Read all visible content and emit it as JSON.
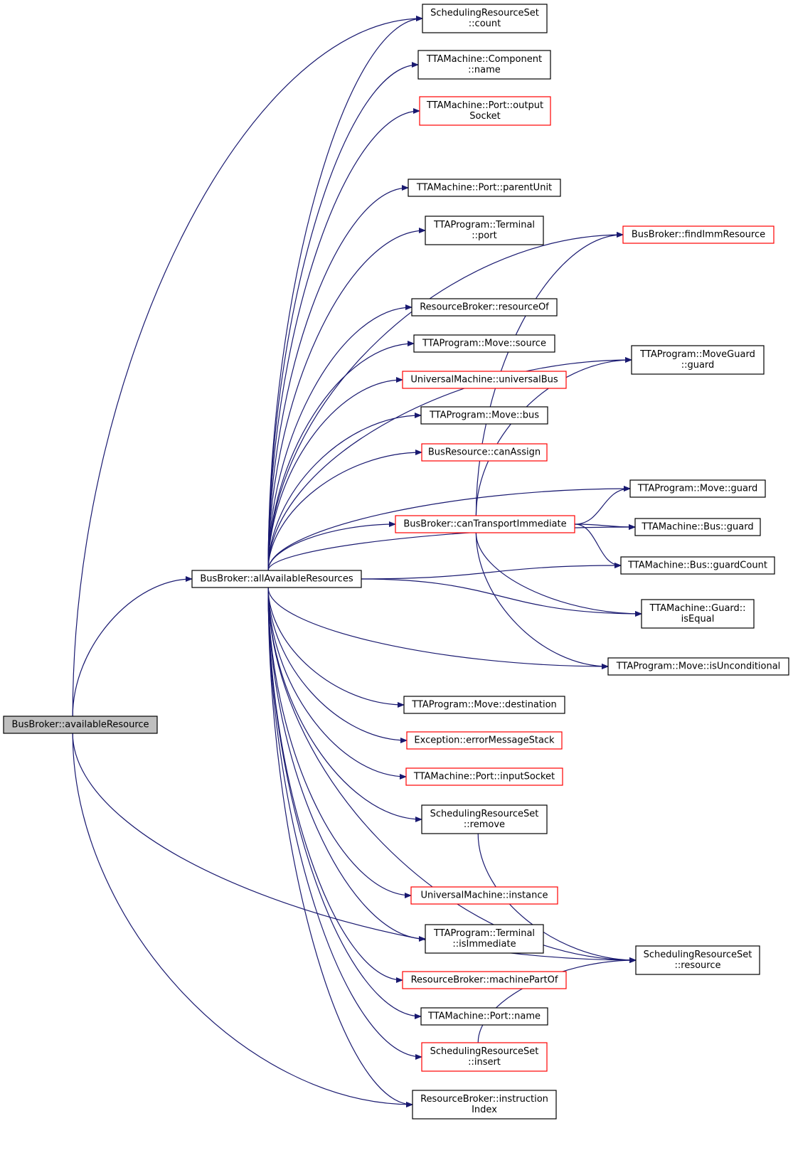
{
  "colors": {
    "edge": "#191970",
    "arrowhead": "#191970",
    "node_border": "#000000",
    "node_border_highlight": "#ff0000",
    "root_fill": "#bfbfbf",
    "node_fill": "#ffffff"
  },
  "nodes": {
    "available_resource": {
      "lines": [
        "BusBroker::availableResource"
      ],
      "style": "root"
    },
    "all_available_resources": {
      "lines": [
        "BusBroker::allAvailableResources"
      ],
      "style": "normal"
    },
    "srs_count": {
      "lines": [
        "SchedulingResourceSet",
        "::count"
      ],
      "style": "normal"
    },
    "component_name": {
      "lines": [
        "TTAMachine::Component",
        "::name"
      ],
      "style": "normal"
    },
    "port_output_socket": {
      "lines": [
        "TTAMachine::Port::output",
        "Socket"
      ],
      "style": "red"
    },
    "port_parent_unit": {
      "lines": [
        "TTAMachine::Port::parentUnit"
      ],
      "style": "normal"
    },
    "terminal_port": {
      "lines": [
        "TTAProgram::Terminal",
        "::port"
      ],
      "style": "normal"
    },
    "resource_of": {
      "lines": [
        "ResourceBroker::resourceOf"
      ],
      "style": "normal"
    },
    "move_source": {
      "lines": [
        "TTAProgram::Move::source"
      ],
      "style": "normal"
    },
    "universal_bus": {
      "lines": [
        "UniversalMachine::universalBus"
      ],
      "style": "red"
    },
    "move_bus": {
      "lines": [
        "TTAProgram::Move::bus"
      ],
      "style": "normal"
    },
    "can_assign": {
      "lines": [
        "BusResource::canAssign"
      ],
      "style": "red"
    },
    "can_transport_immediate": {
      "lines": [
        "BusBroker::canTransportImmediate"
      ],
      "style": "red"
    },
    "move_destination": {
      "lines": [
        "TTAProgram::Move::destination"
      ],
      "style": "normal"
    },
    "error_message_stack": {
      "lines": [
        "Exception::errorMessageStack"
      ],
      "style": "red"
    },
    "port_input_socket": {
      "lines": [
        "TTAMachine::Port::inputSocket"
      ],
      "style": "red"
    },
    "srs_remove": {
      "lines": [
        "SchedulingResourceSet",
        "::remove"
      ],
      "style": "normal"
    },
    "universal_instance": {
      "lines": [
        "UniversalMachine::instance"
      ],
      "style": "red"
    },
    "terminal_is_immediate": {
      "lines": [
        "TTAProgram::Terminal",
        "::isImmediate"
      ],
      "style": "normal"
    },
    "machine_part_of": {
      "lines": [
        "ResourceBroker::machinePartOf"
      ],
      "style": "red"
    },
    "port_name": {
      "lines": [
        "TTAMachine::Port::name"
      ],
      "style": "normal"
    },
    "srs_insert": {
      "lines": [
        "SchedulingResourceSet",
        "::insert"
      ],
      "style": "red"
    },
    "instruction_index": {
      "lines": [
        "ResourceBroker::instruction",
        "Index"
      ],
      "style": "normal"
    },
    "find_imm_resource": {
      "lines": [
        "BusBroker::findImmResource"
      ],
      "style": "red"
    },
    "moveguard_guard": {
      "lines": [
        "TTAProgram::MoveGuard",
        "::guard"
      ],
      "style": "normal"
    },
    "move_guard": {
      "lines": [
        "TTAProgram::Move::guard"
      ],
      "style": "normal"
    },
    "bus_guard": {
      "lines": [
        "TTAMachine::Bus::guard"
      ],
      "style": "normal"
    },
    "bus_guard_count": {
      "lines": [
        "TTAMachine::Bus::guardCount"
      ],
      "style": "normal"
    },
    "guard_is_equal": {
      "lines": [
        "TTAMachine::Guard::",
        "isEqual"
      ],
      "style": "normal"
    },
    "move_is_unconditional": {
      "lines": [
        "TTAProgram::Move::isUnconditional"
      ],
      "style": "normal"
    },
    "srs_resource": {
      "lines": [
        "SchedulingResourceSet",
        "::resource"
      ],
      "style": "normal"
    }
  },
  "edges": [
    [
      "available_resource",
      "all_available_resources"
    ],
    [
      "available_resource",
      "srs_count"
    ],
    [
      "available_resource",
      "instruction_index"
    ],
    [
      "available_resource",
      "srs_resource"
    ],
    [
      "all_available_resources",
      "srs_count"
    ],
    [
      "all_available_resources",
      "component_name"
    ],
    [
      "all_available_resources",
      "port_output_socket"
    ],
    [
      "all_available_resources",
      "find_imm_resource"
    ],
    [
      "all_available_resources",
      "port_parent_unit"
    ],
    [
      "all_available_resources",
      "terminal_port"
    ],
    [
      "all_available_resources",
      "moveguard_guard"
    ],
    [
      "all_available_resources",
      "resource_of"
    ],
    [
      "all_available_resources",
      "move_source"
    ],
    [
      "all_available_resources",
      "universal_bus"
    ],
    [
      "all_available_resources",
      "move_bus"
    ],
    [
      "all_available_resources",
      "can_assign"
    ],
    [
      "all_available_resources",
      "move_guard"
    ],
    [
      "all_available_resources",
      "can_transport_immediate"
    ],
    [
      "all_available_resources",
      "bus_guard"
    ],
    [
      "all_available_resources",
      "bus_guard_count"
    ],
    [
      "all_available_resources",
      "guard_is_equal"
    ],
    [
      "all_available_resources",
      "move_is_unconditional"
    ],
    [
      "all_available_resources",
      "move_destination"
    ],
    [
      "all_available_resources",
      "error_message_stack"
    ],
    [
      "all_available_resources",
      "port_input_socket"
    ],
    [
      "all_available_resources",
      "srs_remove"
    ],
    [
      "all_available_resources",
      "srs_resource"
    ],
    [
      "all_available_resources",
      "universal_instance"
    ],
    [
      "all_available_resources",
      "terminal_is_immediate"
    ],
    [
      "all_available_resources",
      "machine_part_of"
    ],
    [
      "all_available_resources",
      "port_name"
    ],
    [
      "all_available_resources",
      "srs_insert"
    ],
    [
      "all_available_resources",
      "instruction_index"
    ],
    [
      "can_transport_immediate",
      "find_imm_resource"
    ],
    [
      "can_transport_immediate",
      "moveguard_guard"
    ],
    [
      "can_transport_immediate",
      "move_guard"
    ],
    [
      "can_transport_immediate",
      "bus_guard"
    ],
    [
      "can_transport_immediate",
      "bus_guard_count"
    ],
    [
      "can_transport_immediate",
      "guard_is_equal"
    ],
    [
      "can_transport_immediate",
      "move_is_unconditional"
    ],
    [
      "srs_remove",
      "srs_resource"
    ],
    [
      "srs_insert",
      "srs_resource"
    ]
  ]
}
